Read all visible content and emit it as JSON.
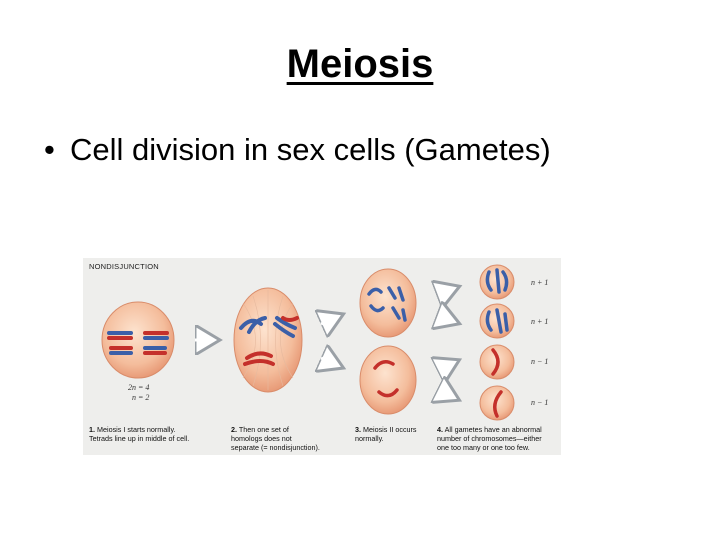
{
  "slide": {
    "title": "Meiosis",
    "bullets": [
      "Cell division in sex cells (Gametes)"
    ]
  },
  "figure": {
    "heading": "NONDISJUNCTION",
    "ploidy": [
      "2n = 4",
      "n = 2"
    ],
    "gamete_labels": [
      "n + 1",
      "n + 1",
      "n − 1",
      "n − 1"
    ],
    "steps": [
      {
        "num": "1.",
        "lines": [
          "Meiosis I starts normally.",
          "Tetrads line up in middle of cell."
        ]
      },
      {
        "num": "2.",
        "lines": [
          "Then one set of",
          "homologs does not",
          "separate (= nondisjunction)."
        ]
      },
      {
        "num": "3.",
        "lines": [
          "Meiosis II occurs",
          "normally."
        ]
      },
      {
        "num": "4.",
        "lines": [
          "All gametes have an abnormal",
          "number of chromosomes—either",
          "one too many or one too few."
        ]
      }
    ],
    "colors": {
      "maternal": "#c4302b",
      "paternal": "#3b5fa8",
      "cell": "#f2b998"
    }
  }
}
